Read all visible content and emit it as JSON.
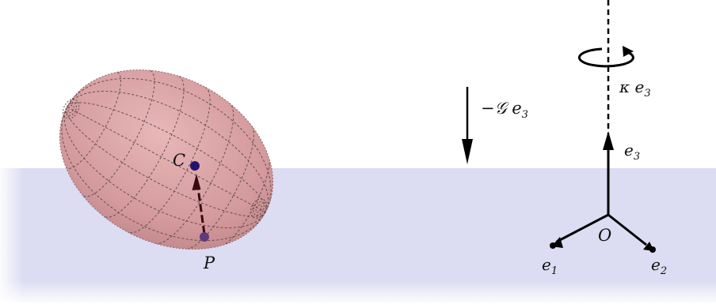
{
  "labels": {
    "C": "C",
    "P": "P",
    "O": "O",
    "gravity": "−𝒢 e",
    "gravity_sub": "3",
    "kappa": "κ e",
    "kappa_sub": "3",
    "e3": "e",
    "e3_sub": "3",
    "e1": "e",
    "e1_sub": "1",
    "e2": "e",
    "e2_sub": "2"
  },
  "colors": {
    "ground_plane": "#dcdcf2",
    "ellipsoid_fill": "#d9a0a3",
    "ellipsoid_mesh": "#5a4648",
    "center_point": "#23136e",
    "contact_point": "#5e3a78",
    "arrow_cp": "#3a0a10",
    "lines": "#000000"
  },
  "icons": {
    "spin": "rotation-arrow-icon"
  }
}
